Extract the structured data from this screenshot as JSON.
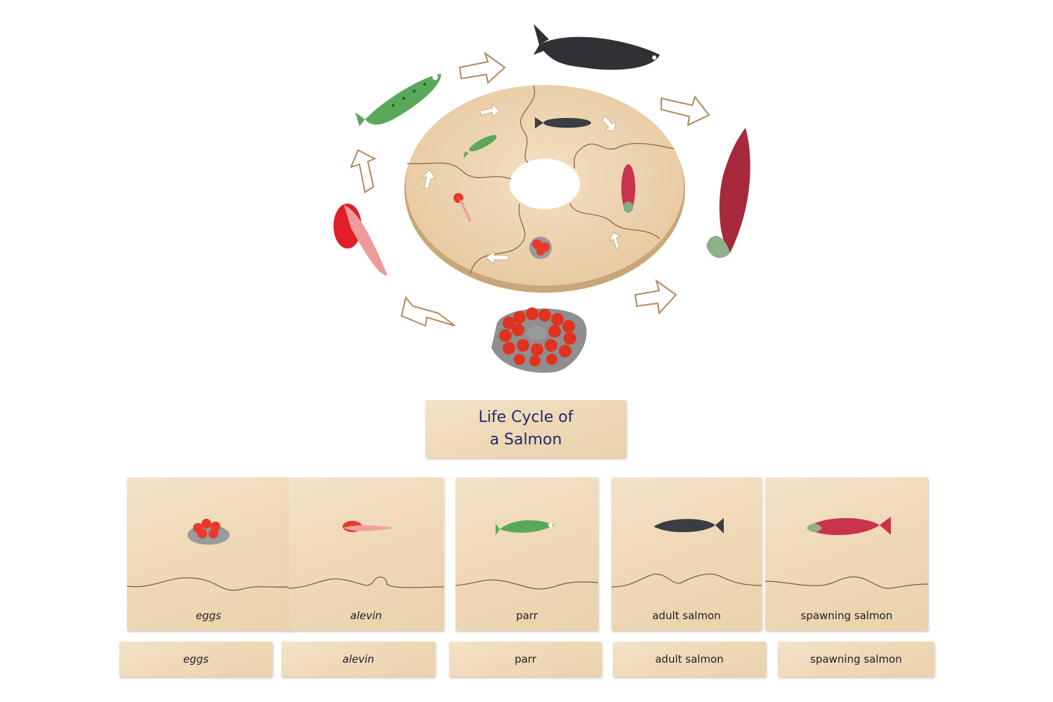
{
  "title": {
    "line1": "Life Cycle of",
    "line2": "a Salmon"
  },
  "stages": [
    {
      "card_label": "eggs",
      "strip_label": "eggs",
      "icon": "egg-cluster-icon"
    },
    {
      "card_label": "alevin",
      "strip_label": "alevin",
      "icon": "alevin-icon"
    },
    {
      "card_label": "parr",
      "strip_label": "parr",
      "icon": "parr-fish-icon"
    },
    {
      "card_label": "adult salmon",
      "strip_label": "adult salmon",
      "icon": "adult-salmon-icon"
    },
    {
      "card_label": "spawning salmon",
      "strip_label": "spawning salmon",
      "icon": "spawning-salmon-icon"
    }
  ],
  "colors": {
    "wood": "#efd9b8",
    "title_text": "#1f2a6b",
    "egg_red": "#e8392a",
    "parr_green": "#5aa85a",
    "adult_dark": "#3a3d42",
    "spawning_red": "#c8354a"
  }
}
